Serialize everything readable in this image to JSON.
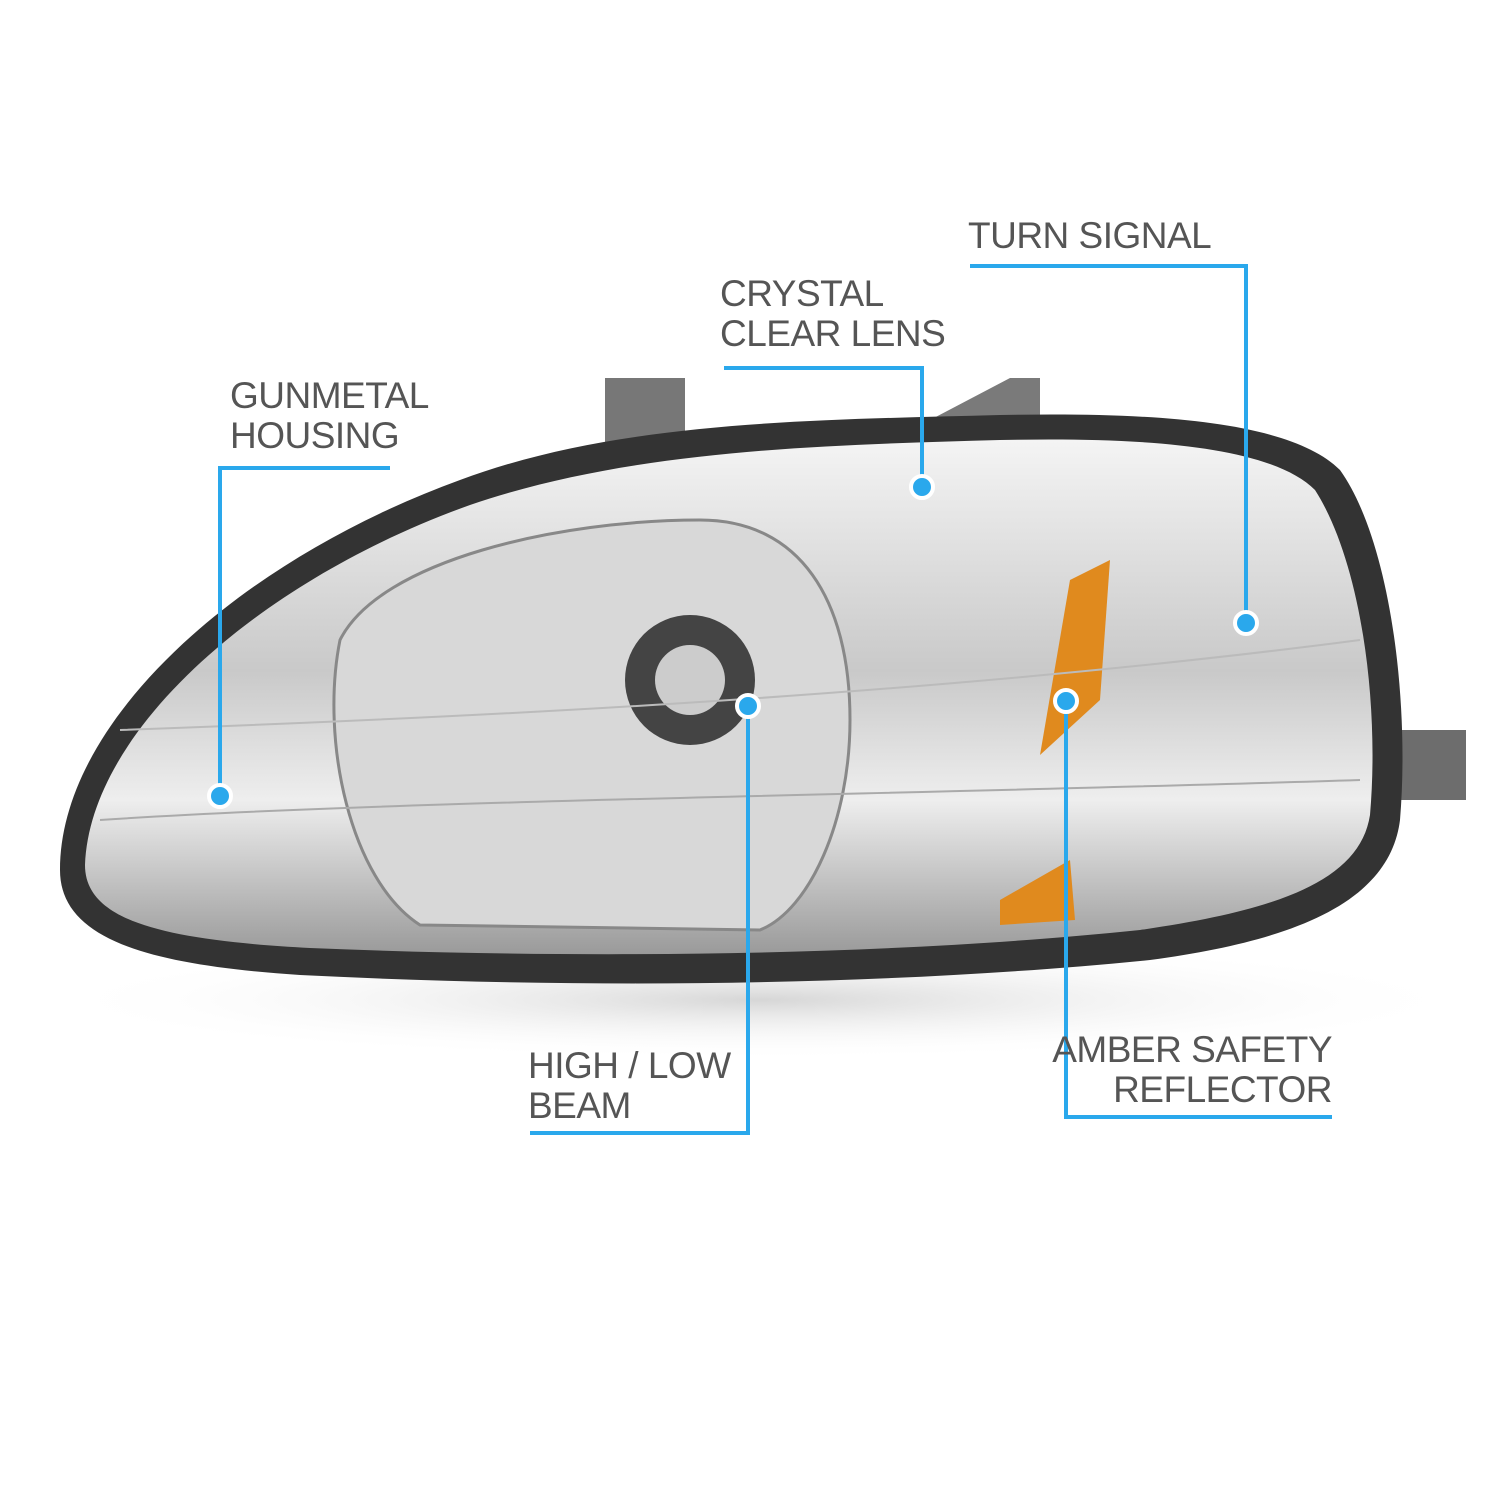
{
  "callouts": {
    "gunmetal_housing": {
      "line1": "GUNMETAL",
      "line2": "HOUSING"
    },
    "crystal_clear_lens": {
      "line1": "CRYSTAL",
      "line2": "CLEAR LENS"
    },
    "turn_signal": {
      "line1": "TURN SIGNAL"
    },
    "high_low_beam": {
      "line1": "HIGH / LOW",
      "line2": "BEAM"
    },
    "amber_safety_reflector": {
      "line1": "AMBER SAFETY",
      "line2": "REFLECTOR"
    }
  },
  "colors": {
    "accent": "#2aa8ec",
    "text": "#555555",
    "amber": "#e08a1e"
  }
}
